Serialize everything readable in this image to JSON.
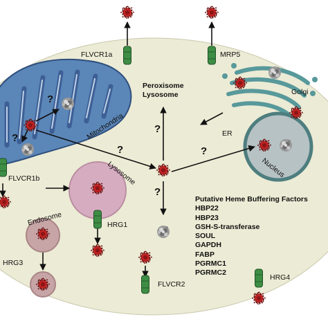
{
  "labels": {
    "flvcr1a": "FLVCR1a",
    "mrp5": "MRP5",
    "peroxisome": "Peroxisome",
    "lysosome_top": "Lysosome",
    "golgi": "Golgi",
    "er": "ER",
    "nucleus": "Nucleus",
    "mitochondria": "Mitochondria",
    "lysosome": "Lysosome",
    "flvcr1b": "FLVCR1b",
    "endosome": "Endosome",
    "hrg1": "HRG1",
    "hrg3": "HRG3",
    "flvcr2": "FLVCR2",
    "hrg4": "HRG4"
  },
  "question_mark": "?",
  "buffering": {
    "title": "Putative Heme Buffering Factors",
    "items": [
      "HBP22",
      "HBP23",
      "GSH-S-transferase",
      "SOUL",
      "GAPDH",
      "FABP",
      "PGRMC1",
      "PGRMC2"
    ]
  },
  "colors": {
    "cell": "#ecebd5",
    "mito_fill": "#5b86b8",
    "mito_cristae": "#3d5f95",
    "golgi": "#58999b",
    "nucleus_fill": "#b7c2c4",
    "nucleus_ring": "#4e7e7f",
    "lysosome_fill": "#d6adc0",
    "endosome_fill": "#c7a5a6",
    "transporter": "#3e8d45",
    "heme_red": "#c02222"
  }
}
